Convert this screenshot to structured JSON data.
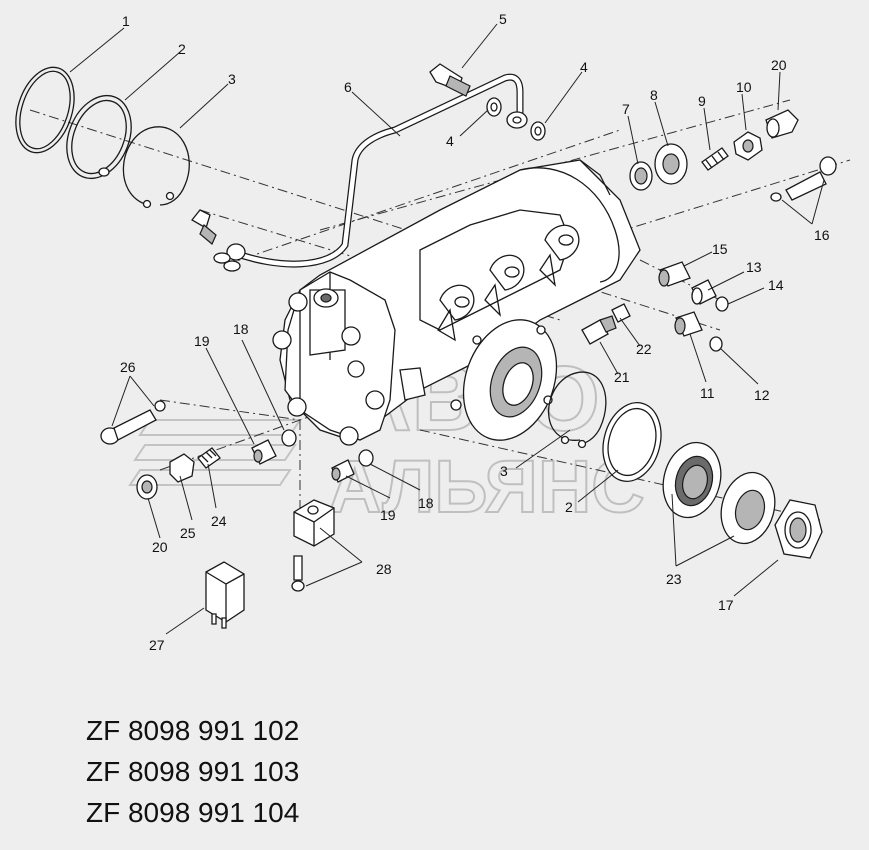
{
  "watermark": {
    "line1": "АВТО",
    "line2": "АЛЬЯНС"
  },
  "labels": {
    "l1": "1",
    "l2": "2",
    "l3": "3",
    "l4a": "4",
    "l4b": "4",
    "l5": "5",
    "l6": "6",
    "l7": "7",
    "l8": "8",
    "l9": "9",
    "l10": "10",
    "l20a": "20",
    "l16": "16",
    "l15": "15",
    "l13": "13",
    "l14": "14",
    "l22": "22",
    "l21": "21",
    "l11": "11",
    "l12": "12",
    "l3b": "3",
    "l2b": "2",
    "l23": "23",
    "l17": "17",
    "l26": "26",
    "l19a": "19",
    "l18a": "18",
    "l18b": "18",
    "l19b": "19",
    "l24": "24",
    "l25": "25",
    "l20b": "20",
    "l28": "28",
    "l27": "27"
  },
  "part_numbers": [
    "ZF 8098 991 102",
    "ZF 8098 991 103",
    "ZF 8098 991 104"
  ]
}
